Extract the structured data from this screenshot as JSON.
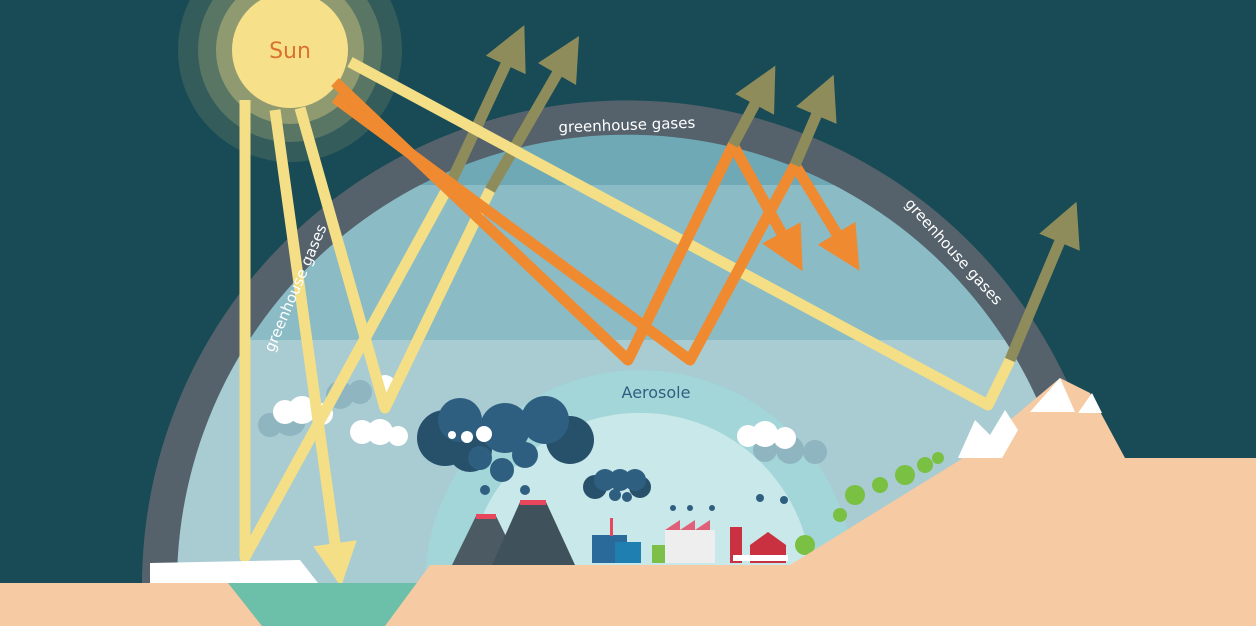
{
  "labels": {
    "sun": "Sun",
    "greenhouse_top": "greenhouse gases",
    "greenhouse_left": "greenhouse gases",
    "greenhouse_right": "greenhouse gases",
    "aerosol": "Aerosole"
  },
  "colors": {
    "background": "#184b55",
    "greenhouse_band": "#55626b",
    "sky_upper": "#6ea9b5",
    "sky_lower": "#a9cbd2",
    "aerosol_dome": "#a3d6d9",
    "aerosol_inner": "#c9e8ea",
    "sun": "#f6e08a",
    "sun_text": "#d9722e",
    "solar_ray": "#f4df87",
    "infrared_ray": "#f08a30",
    "escaping_ray": "#8f8c5c",
    "ground": "#f6cba3",
    "water": "#6cbfa9",
    "smoke": "#2f5f80",
    "lava": "#e8465c"
  }
}
